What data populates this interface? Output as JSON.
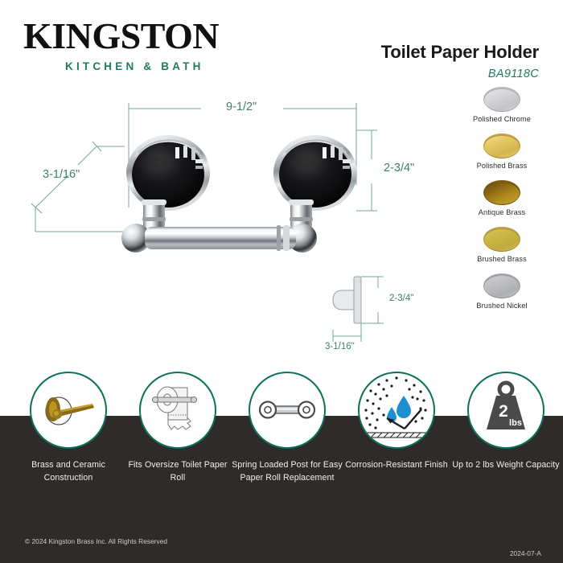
{
  "brand": {
    "name": "KINGSTON",
    "tagline": "KITCHEN & BATH",
    "accent_color": "#1f7a62"
  },
  "product": {
    "title": "Toilet Paper Holder",
    "sku": "BA9118C"
  },
  "finishes": [
    {
      "label": "Polished Chrome",
      "swatch": "chrome",
      "color": "#c9cacd"
    },
    {
      "label": "Polished Brass",
      "swatch": "pbrass",
      "color": "#e2c862"
    },
    {
      "label": "Antique Brass",
      "swatch": "abrass",
      "color": "#8a6613"
    },
    {
      "label": "Brushed Brass",
      "swatch": "bbrass",
      "color": "#cbb546"
    },
    {
      "label": "Brushed Nickel",
      "swatch": "bnickel",
      "color": "#bdbec2"
    }
  ],
  "dimensions": {
    "width": "9-1/2\"",
    "height": "2-3/4\"",
    "depth": "3-1/16\"",
    "detail_height": "2-3/4\"",
    "detail_depth": "3-1/16\"",
    "line_color": "#3f7d6c"
  },
  "features": [
    {
      "icon": "brass-ceramic-holder-icon",
      "caption": "Brass and Ceramic Construction"
    },
    {
      "icon": "toilet-paper-roll-icon",
      "caption": "Fits Oversize Toilet Paper Roll"
    },
    {
      "icon": "spring-loaded-post-icon",
      "caption": "Spring Loaded Post for Easy Paper Roll Replacement"
    },
    {
      "icon": "corrosion-resistant-icon",
      "caption": "Corrosion-Resistant Finish"
    },
    {
      "icon": "weight-capacity-icon",
      "caption": "Up to 2 lbs Weight Capacity"
    }
  ],
  "weight_icon": {
    "value": "2",
    "unit": "lbs"
  },
  "footer": {
    "copyright": "© 2024 Kingston Brass Inc. All Rights Reserved",
    "revision": "2024-07-A"
  },
  "colors": {
    "band": "#2e2b2a",
    "teal": "#0b7059",
    "water_blue": "#1d8fd1"
  }
}
